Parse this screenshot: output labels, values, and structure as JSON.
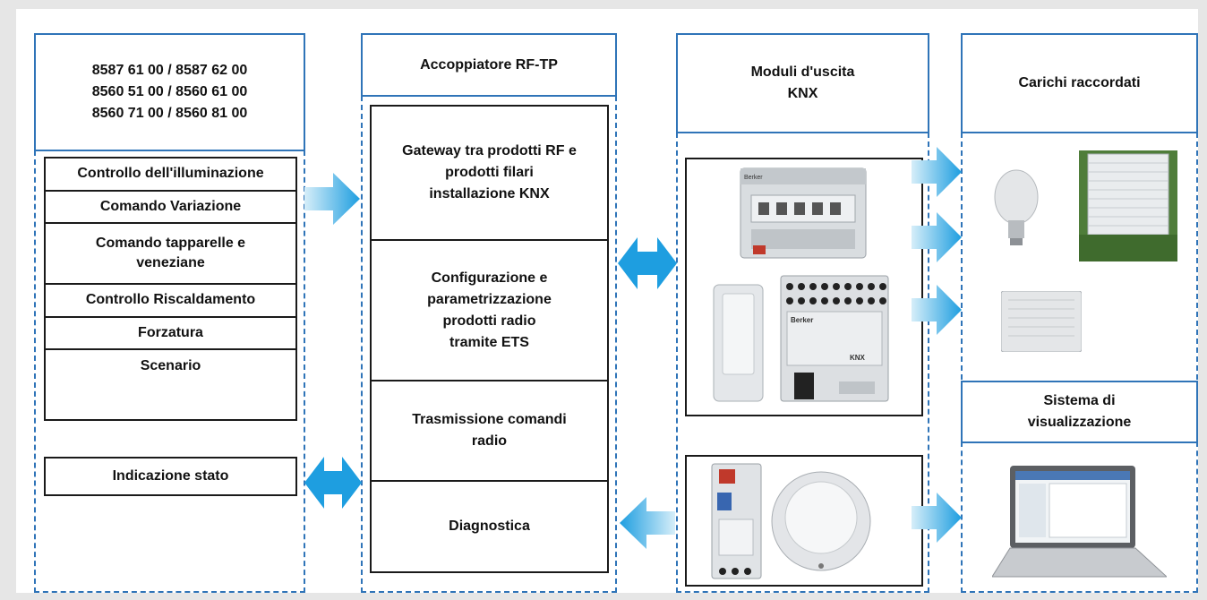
{
  "headers": {
    "products": "8587 61 00 / 8587 62 00\n8560 51 00 / 8560 61 00\n8560 71 00 / 8560 81 00",
    "coupler": "Accoppiatore RF-TP",
    "output_modules": "Moduli d'uscita\nKNX",
    "loads": "Carichi raccordati",
    "visualization": "Sistema di\nvisualizzazione"
  },
  "functions": [
    "Controllo dell'illuminazione",
    "Comando Variazione",
    "Comando tapparelle e\nveneziane",
    "Controllo Riscaldamento",
    "Forzatura",
    "Scenario"
  ],
  "status_indication": "Indicazione stato",
  "coupler_functions": [
    "Gateway tra prodotti RF e\nprodotti filari\ninstallazione KNX",
    "Configurazione e\nparametrizzazione\nprodotti radio\ntramite ETS",
    "Trasmissione comandi\nradio",
    "Diagnostica"
  ],
  "device_labels": {
    "actuator_brand": "Berker",
    "module_brand": "Berker",
    "knx_mark": "KNX"
  },
  "colors": {
    "accent_blue": "#2f74b8",
    "arrow_light": "#bfe6f7",
    "arrow_dark": "#1e9ee0"
  }
}
